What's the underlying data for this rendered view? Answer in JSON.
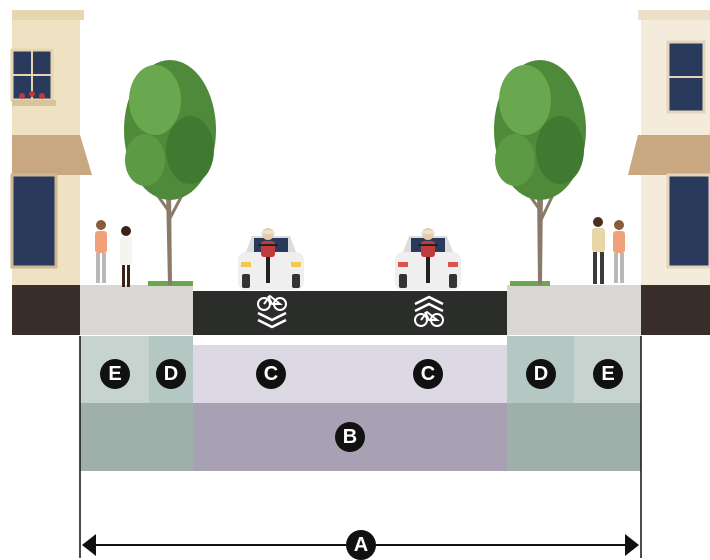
{
  "labels": {
    "a": "A",
    "b": "B",
    "c": "C",
    "d": "D",
    "e": "E"
  },
  "colors": {
    "roadway": "#2b2d2b",
    "sidewalk": "#d9d7d4",
    "curb_base": "#3a2e2a",
    "building_left": "#efe2c2",
    "building_right": "#f4ebda",
    "window": "#2a3a5c",
    "awning": "#c9a781",
    "tree_canopy": "#4e8a3a",
    "tree_trunk": "#8a7a6a",
    "zone_e": "#c6d3cf",
    "zone_d": "#b4c7c2",
    "zone_c": "#ddd9e4",
    "zone_b": "#a8a0b3",
    "zone_buffer": "#9fb0aa",
    "car": "#efefef",
    "marker": "#111111"
  },
  "icons": [
    "bicycle-icon",
    "chevron-icon",
    "tree-icon",
    "car-icon",
    "pedestrian-icon"
  ]
}
